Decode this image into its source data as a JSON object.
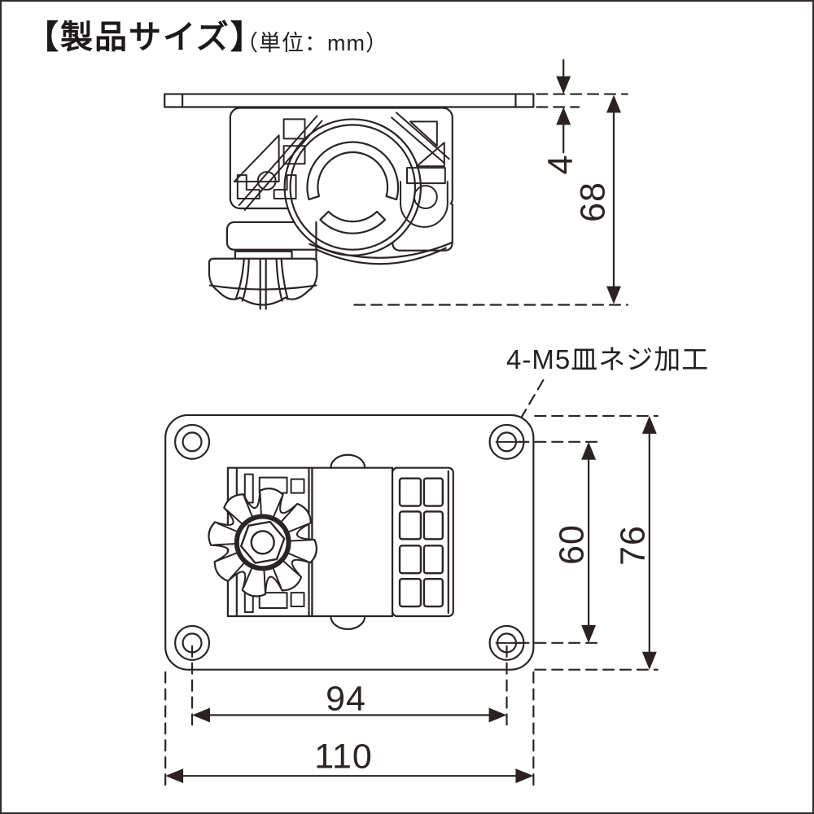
{
  "title": {
    "product_size": "【製品サイズ】",
    "unit": "（単位：mm）"
  },
  "side_view": {
    "description": "side elevation of pipe clamp base with mounting plate and knob",
    "dim_plate_thickness": "4",
    "dim_total_height": "68"
  },
  "plan_view": {
    "description": "bottom plan of mounting plate with four countersunk holes",
    "screw_note": "4-M5皿ネジ加工",
    "dim_hole_pitch_v": "60",
    "dim_plate_height": "76",
    "dim_hole_pitch_h": "94",
    "dim_plate_width": "110"
  },
  "colors": {
    "line": "#2b2424",
    "arrow": "#2b2221",
    "background": "#ffffff",
    "border": "#2f2b2b"
  }
}
